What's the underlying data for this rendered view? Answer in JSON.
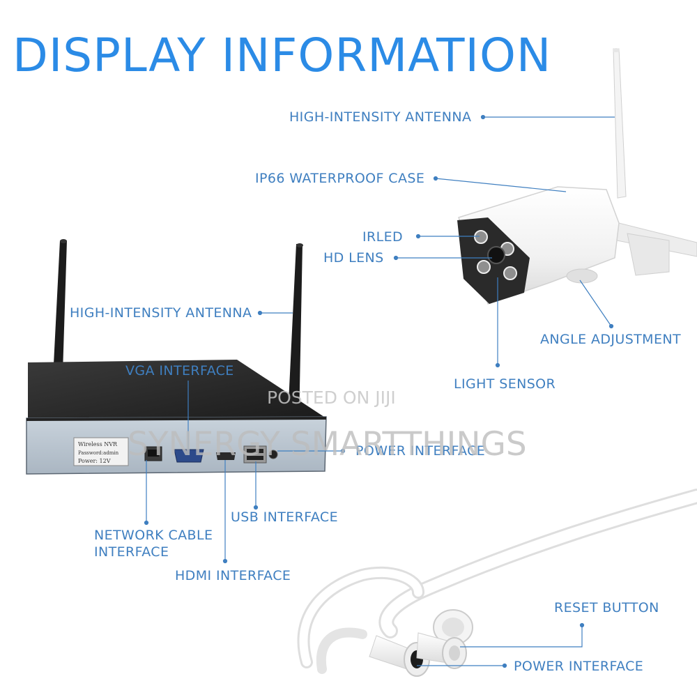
{
  "title": "DISPLAY INFORMATION",
  "watermark": {
    "line1": "POSTED ON JIJI",
    "line2": "SYNERGY SMARTTHINGS"
  },
  "camera_labels": {
    "antenna": "HIGH-INTENSITY ANTENNA",
    "waterproof_case": "IP66 WATERPROOF CASE",
    "irled": "IRLED",
    "hd_lens": "HD LENS",
    "angle_adjustment": "ANGLE ADJUSTMENT",
    "light_sensor": "LIGHT SENSOR"
  },
  "nvr_labels": {
    "antenna": "HIGH-INTENSITY ANTENNA",
    "vga_interface": "VGA  INTERFACE",
    "power_interface": "POWER INTERFACE",
    "usb_interface": "USB INTERFACE",
    "network_cable_line1": "NETWORK CABLE",
    "network_cable_line2": "INTERFACE",
    "hdmi_interface": "HDMI INTERFACE"
  },
  "nvr_sticker": {
    "line1": "Wireless NVR",
    "line2": "Password:admin",
    "line3": "Power: 12V"
  },
  "cable_labels": {
    "reset_button": "RESET BUTTON",
    "power_interface": "POWER INTERFACE"
  },
  "colors": {
    "title": "#2b8be6",
    "label": "#3f7fc0",
    "leader_line": "#3f7fc0"
  }
}
